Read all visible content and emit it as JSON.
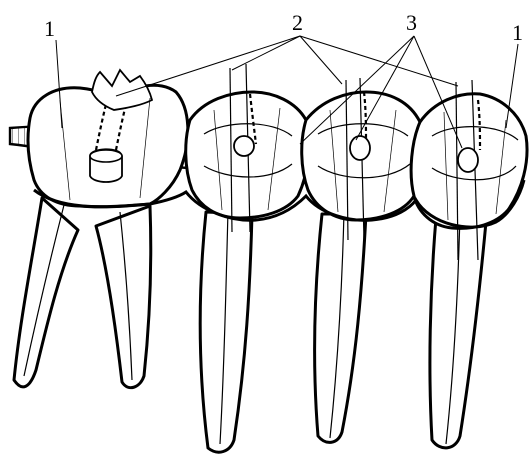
{
  "labels": {
    "left_one": "1",
    "right_one": "1",
    "two": "2",
    "three": "3"
  }
}
